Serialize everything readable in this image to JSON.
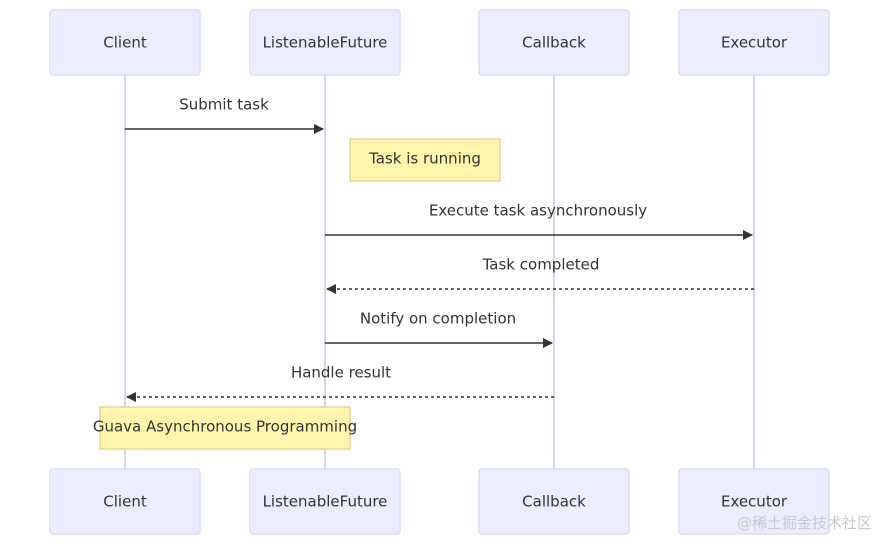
{
  "participants": [
    {
      "id": "client",
      "label": "Client"
    },
    {
      "id": "future",
      "label": "ListenableFuture"
    },
    {
      "id": "callback",
      "label": "Callback"
    },
    {
      "id": "executor",
      "label": "Executor"
    }
  ],
  "messages": [
    {
      "from": "client",
      "to": "future",
      "label": "Submit task",
      "style": "solid"
    },
    {
      "from": "future",
      "to": "executor",
      "label": "Execute task asynchronously",
      "style": "solid"
    },
    {
      "from": "executor",
      "to": "future",
      "label": "Task completed",
      "style": "dashed"
    },
    {
      "from": "future",
      "to": "callback",
      "label": "Notify on completion",
      "style": "solid"
    },
    {
      "from": "callback",
      "to": "client",
      "label": "Handle result",
      "style": "dashed"
    }
  ],
  "notes": [
    {
      "over": "future",
      "text": "Task is running"
    },
    {
      "over": "client",
      "text": "Guava Asynchronous Programming"
    }
  ],
  "watermark": "@稀土掘金技术社区",
  "colors": {
    "actor_fill": "#ECECFF",
    "actor_border": "#dcdcf3",
    "lifeline": "#d4d4ee",
    "note_fill": "#fff5ad",
    "note_border": "#d3c675",
    "arrow": "#333333"
  }
}
